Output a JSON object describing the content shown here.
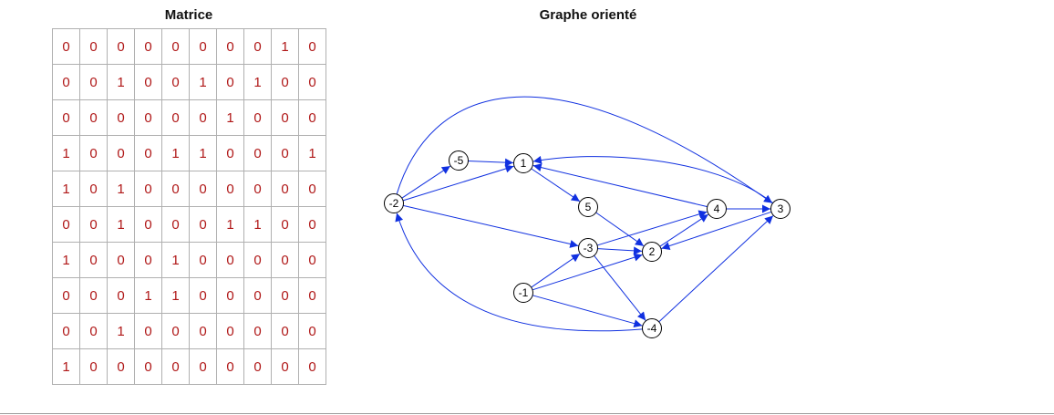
{
  "matrix": {
    "title": "Matrice",
    "rows": [
      [
        "0",
        "0",
        "0",
        "0",
        "0",
        "0",
        "0",
        "0",
        "1",
        "0"
      ],
      [
        "0",
        "0",
        "1",
        "0",
        "0",
        "1",
        "0",
        "1",
        "0",
        "0"
      ],
      [
        "0",
        "0",
        "0",
        "0",
        "0",
        "0",
        "1",
        "0",
        "0",
        "0"
      ],
      [
        "1",
        "0",
        "0",
        "0",
        "1",
        "1",
        "0",
        "0",
        "0",
        "1"
      ],
      [
        "1",
        "0",
        "1",
        "0",
        "0",
        "0",
        "0",
        "0",
        "0",
        "0"
      ],
      [
        "0",
        "0",
        "1",
        "0",
        "0",
        "0",
        "1",
        "1",
        "0",
        "0"
      ],
      [
        "1",
        "0",
        "0",
        "0",
        "1",
        "0",
        "0",
        "0",
        "0",
        "0"
      ],
      [
        "0",
        "0",
        "0",
        "1",
        "1",
        "0",
        "0",
        "0",
        "0",
        "0"
      ],
      [
        "0",
        "0",
        "1",
        "0",
        "0",
        "0",
        "0",
        "0",
        "0",
        "0"
      ],
      [
        "1",
        "0",
        "0",
        "0",
        "0",
        "0",
        "0",
        "0",
        "0",
        "0"
      ]
    ]
  },
  "graph": {
    "title": "Graphe orienté",
    "edge_color": "#1030e0",
    "nodes": [
      {
        "id": "-5",
        "label": "-5"
      },
      {
        "id": "1",
        "label": "1"
      },
      {
        "id": "-2",
        "label": "-2"
      },
      {
        "id": "5",
        "label": "5"
      },
      {
        "id": "4",
        "label": "4"
      },
      {
        "id": "3",
        "label": "3"
      },
      {
        "id": "-3",
        "label": "-3"
      },
      {
        "id": "2",
        "label": "2"
      },
      {
        "id": "-1",
        "label": "-1"
      },
      {
        "id": "-4",
        "label": "-4"
      }
    ]
  }
}
